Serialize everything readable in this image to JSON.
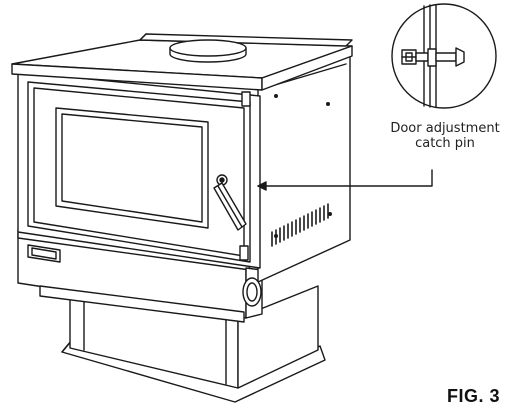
{
  "callout": {
    "line1": "Door adjustment",
    "line2": "catch pin"
  },
  "figure_label": "FIG. 3",
  "colors": {
    "ink": "#1a1a1a",
    "paper": "#ffffff"
  }
}
